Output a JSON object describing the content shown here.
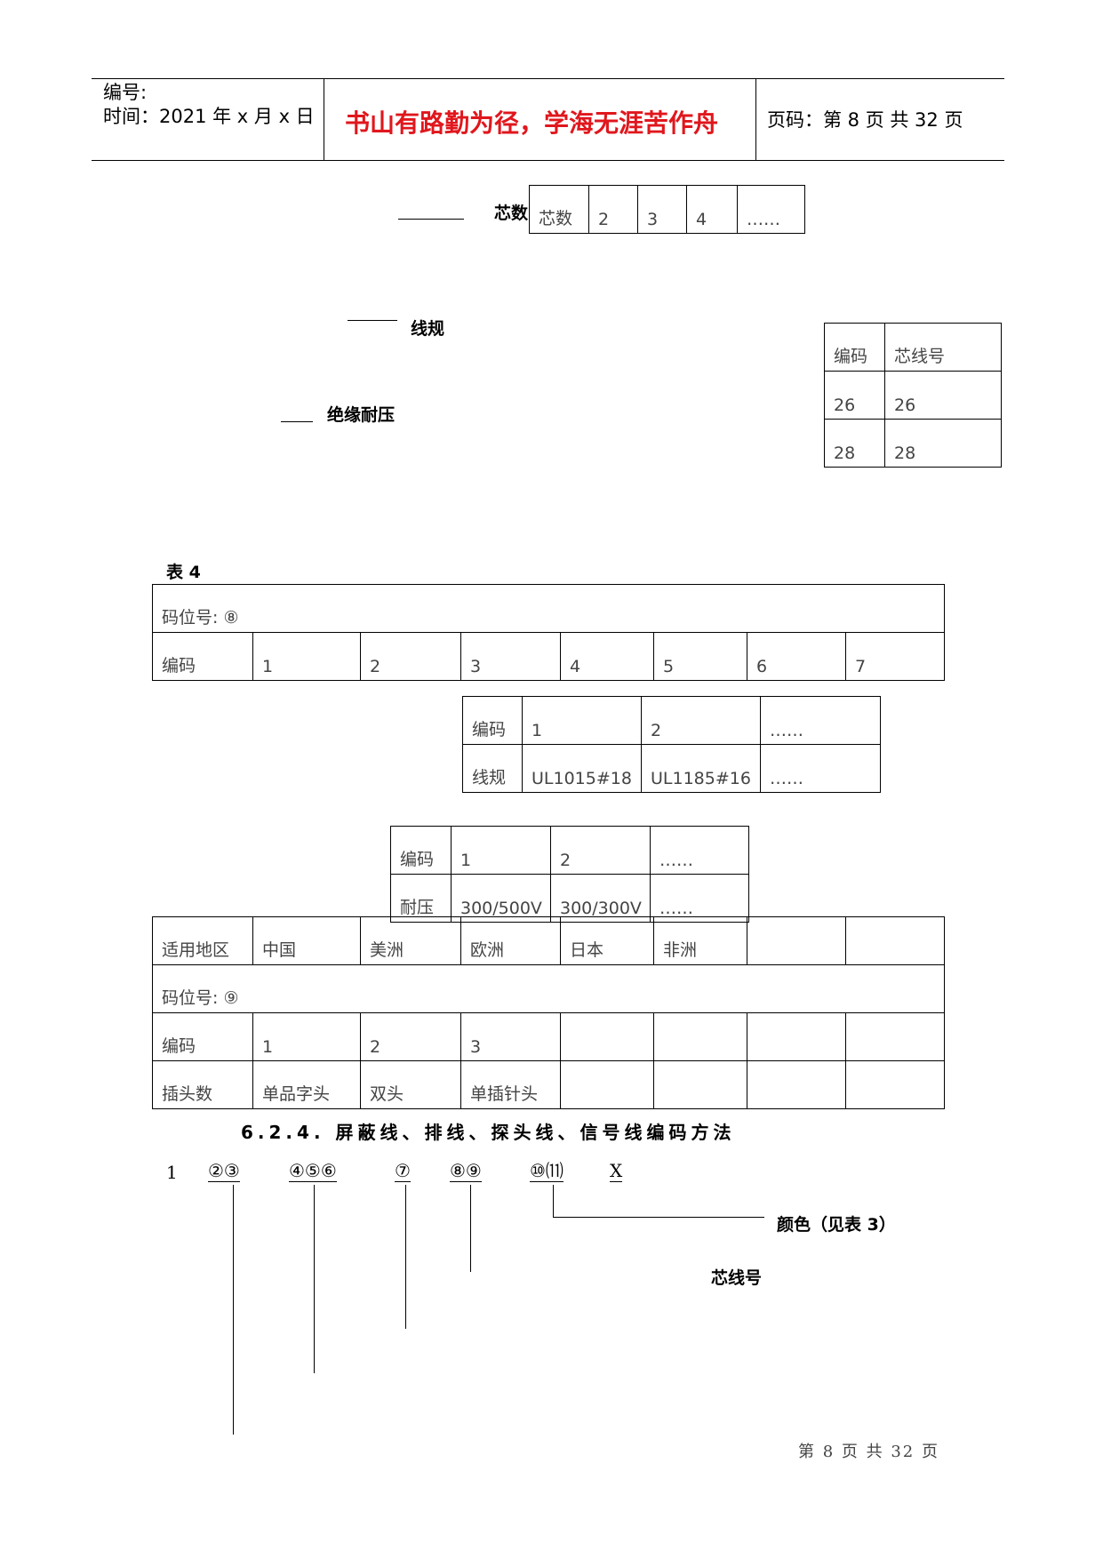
{
  "header": {
    "serial_label": "编号:",
    "time_label": "时间：2021 年 x 月 x 日",
    "motto": "书山有路勤为径，学海无涯苦作舟",
    "page_label": "页码：第 8 页  共 32 页"
  },
  "diagram_top": {
    "core_count_label": "芯数",
    "wire_gauge_label": "线规",
    "insulation_label": "绝缘耐压"
  },
  "core_table": {
    "cells": [
      "芯数",
      "2",
      "3",
      "4",
      "……"
    ]
  },
  "code_core_table": {
    "header": [
      "编码",
      "芯线号"
    ],
    "rows": [
      [
        "26",
        "26"
      ],
      [
        "28",
        "28"
      ]
    ]
  },
  "table4": {
    "title": "表 4",
    "position_row": "码位号: ⑧",
    "code_row": [
      "编码",
      "1",
      "2",
      "3",
      "4",
      "5",
      "6",
      "7"
    ]
  },
  "gauge_table": {
    "row1": [
      "编码",
      "1",
      "2",
      "……"
    ],
    "row2": [
      "线规",
      "UL1015#18",
      "UL1185#16",
      "……"
    ]
  },
  "voltage_table": {
    "row1": [
      "编码",
      "1",
      "2",
      "……"
    ],
    "row2": [
      "耐压",
      "300/500V",
      "300/300V",
      "……"
    ]
  },
  "region_table": {
    "region_row": [
      "适用地区",
      "中国",
      "美洲",
      "欧洲",
      "日本",
      "非洲",
      "",
      ""
    ],
    "position_row": "码位号: ⑨",
    "code_row": [
      "编码",
      "1",
      "2",
      "3",
      "",
      "",
      "",
      ""
    ],
    "plug_row": [
      "插头数",
      "单品字头",
      "双头",
      "单插针头",
      "",
      "",
      "",
      ""
    ]
  },
  "section": {
    "heading": "6.2.4. 屏蔽线、排线、探头线、信号线编码方法"
  },
  "code_scheme": {
    "lead": "1",
    "groups": [
      "②③",
      "④⑤⑥",
      "⑦",
      "⑧⑨",
      "⑩⑾",
      "X"
    ],
    "color_label": "颜色（见表 3）",
    "core_number_label": "芯线号"
  },
  "footer": {
    "page_text": "第 8 页 共 32 页"
  }
}
